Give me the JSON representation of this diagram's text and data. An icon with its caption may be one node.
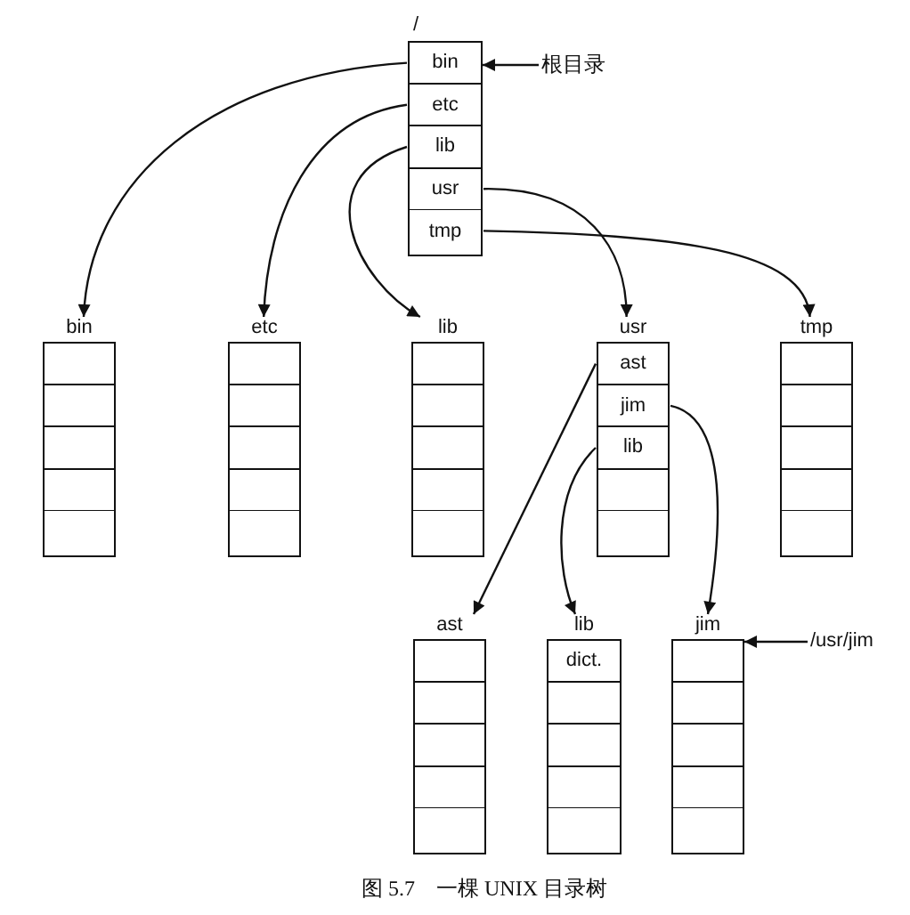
{
  "diagram": {
    "caption": "图 5.7　一棵 UNIX 目录树",
    "nodes": [
      {
        "text": [
          "/"
        ]
      },
      {
        "text": [
          "bin"
        ],
        "in": 0
      },
      {
        "text": [
          "etc"
        ],
        "in": 0
      },
      {
        "text": [
          "lib"
        ],
        "in": 0
      },
      {
        "text": [
          "usr"
        ],
        "in": 0
      },
      {
        "text": [
          "tmp"
        ],
        "in": 0
      },
      {
        "text": [
          "根目录"
        ]
      },
      {
        "text": [
          "bin"
        ]
      },
      {
        "text": [
          "etc"
        ]
      },
      {
        "text": [
          "lib"
        ]
      },
      {
        "text": [
          "usr"
        ]
      },
      {
        "text": [
          "ast"
        ],
        "in": 10
      },
      {
        "text": [
          "jim"
        ],
        "in": 10
      },
      {
        "text": [
          "lib"
        ],
        "in": 10
      },
      {
        "text": [
          "tmp"
        ]
      },
      {
        "text": [
          "ast"
        ]
      },
      {
        "text": [
          "lib"
        ]
      },
      {
        "text": [
          "dict."
        ],
        "in": 16
      },
      {
        "text": [
          "jim"
        ]
      },
      {
        "text": [
          "/usr/jim"
        ]
      }
    ],
    "edges": [
      {
        "from": 1,
        "to": 7,
        "arrow": "to"
      },
      {
        "from": 2,
        "to": 8,
        "arrow": "to"
      },
      {
        "from": 3,
        "to": 9,
        "arrow": "to"
      },
      {
        "from": 4,
        "to": 10,
        "arrow": "to"
      },
      {
        "from": 5,
        "to": 14,
        "arrow": "to"
      },
      {
        "from": 6,
        "to": 0,
        "arrow": "to"
      },
      {
        "from": 11,
        "to": 15,
        "arrow": "to"
      },
      {
        "from": 13,
        "to": 16,
        "arrow": "to"
      },
      {
        "from": 12,
        "to": 18,
        "arrow": "to"
      },
      {
        "from": 19,
        "to": 18,
        "arrow": "to"
      }
    ]
  }
}
